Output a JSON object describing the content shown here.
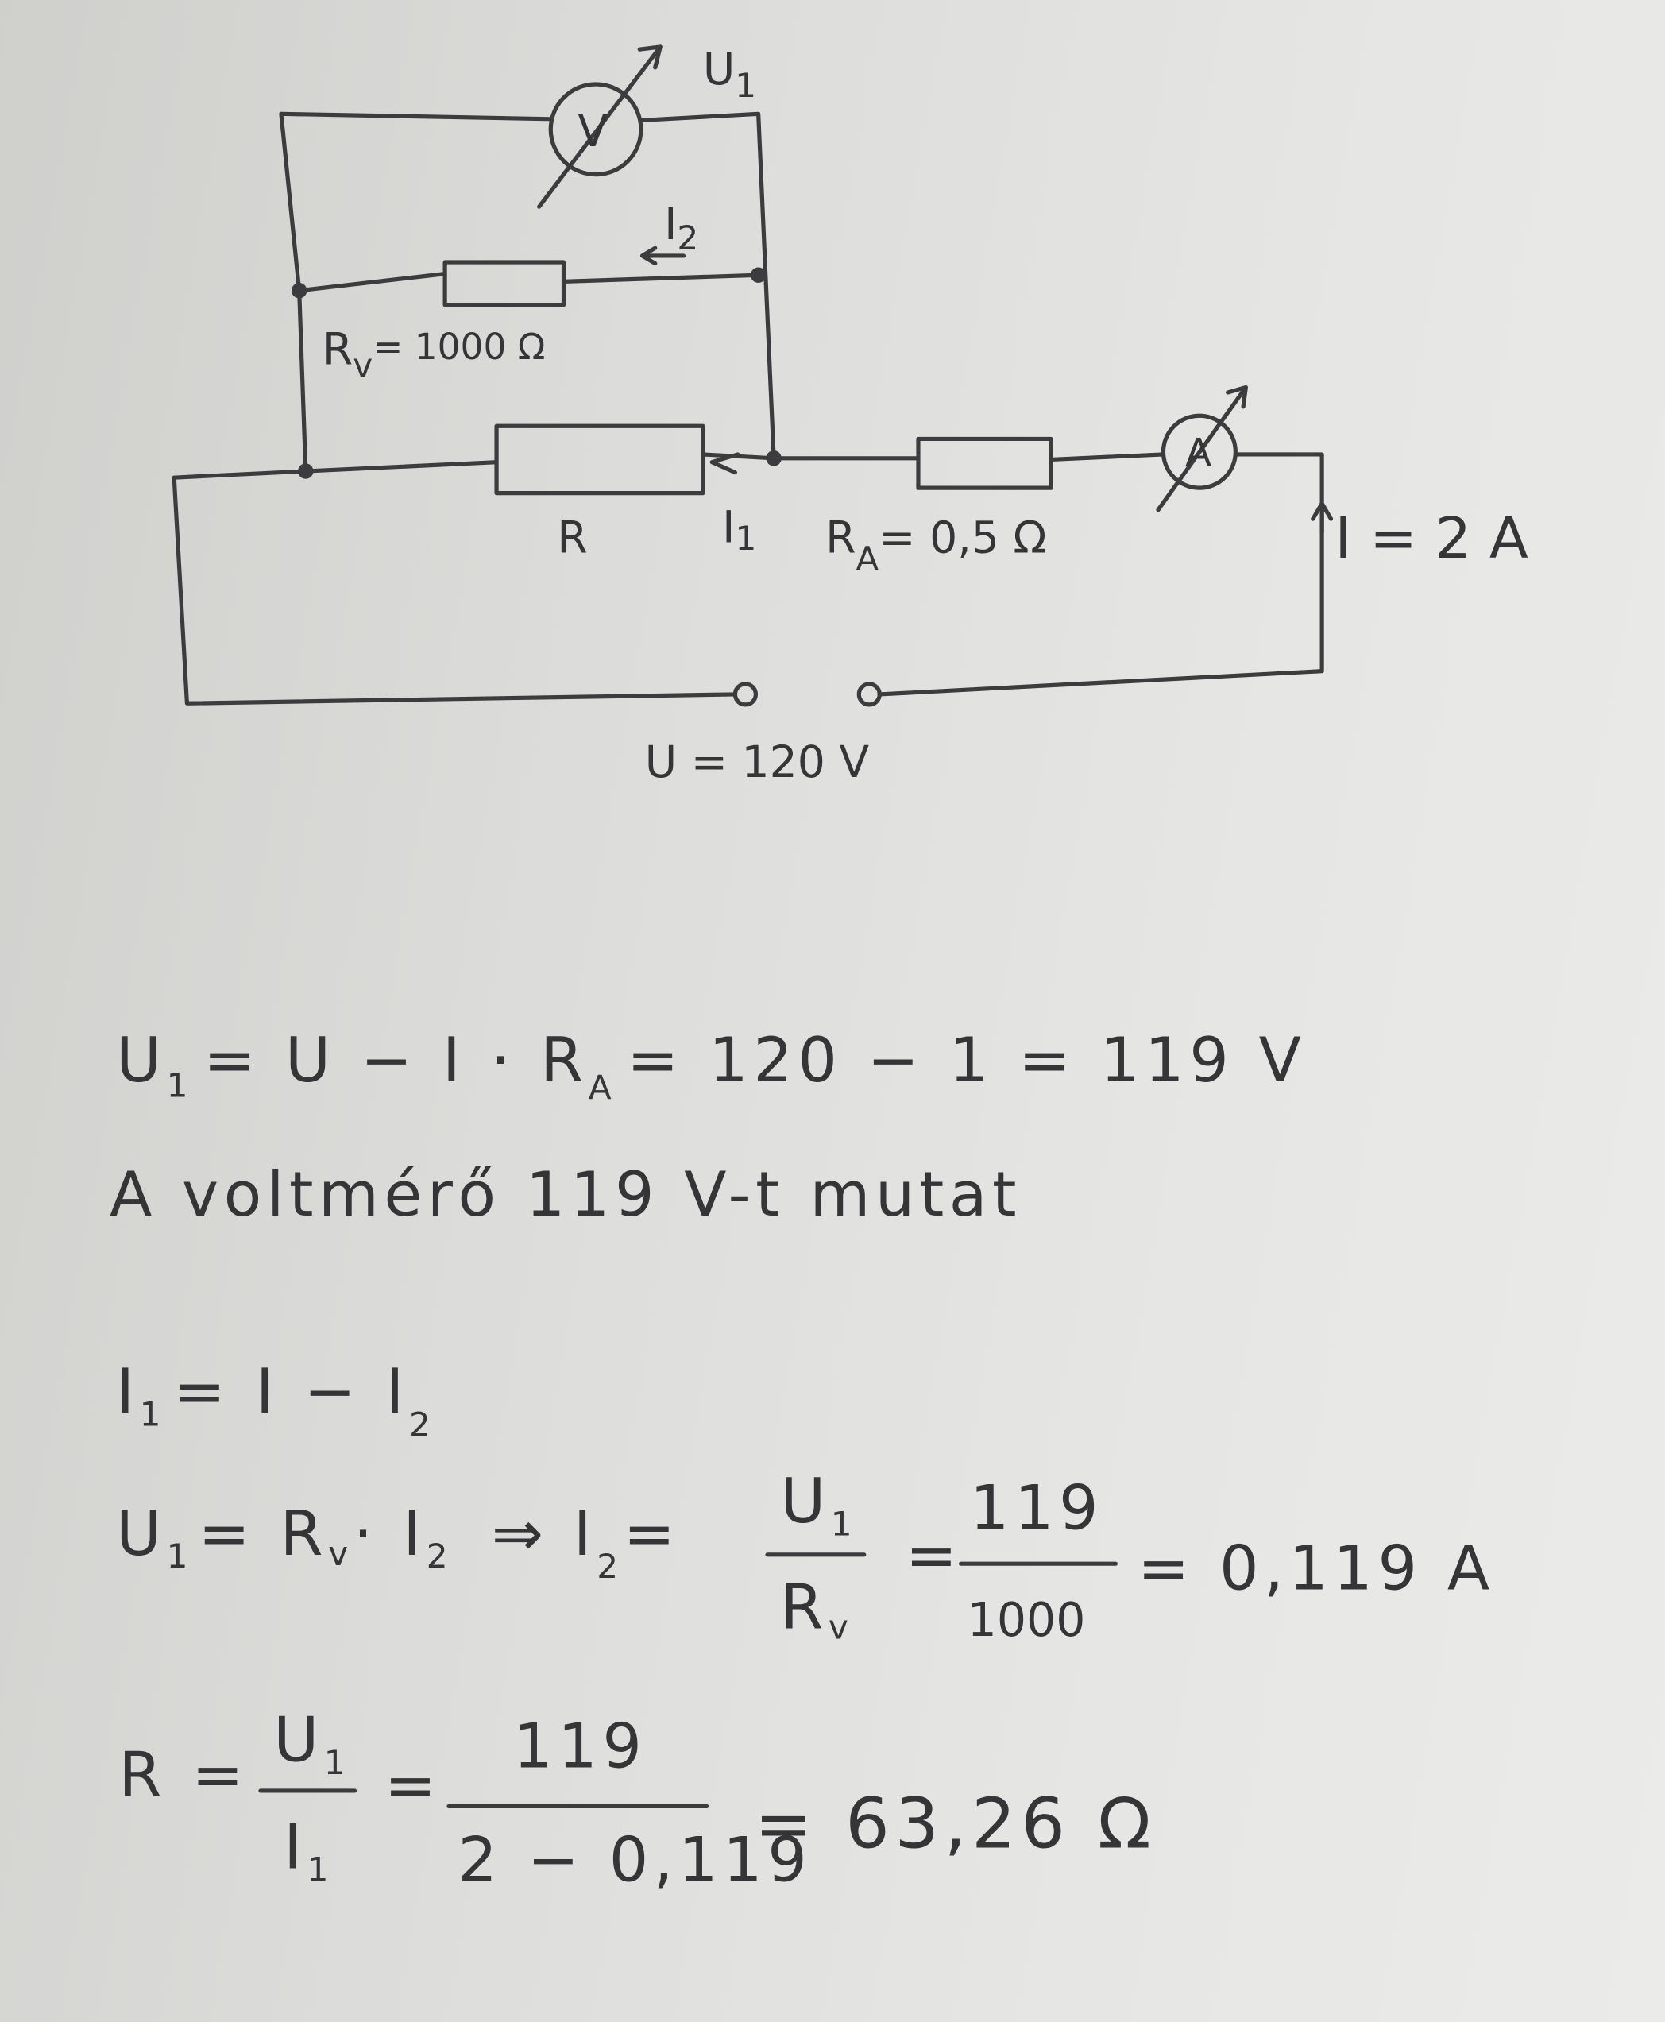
{
  "circuit": {
    "voltmeter_symbol": "V",
    "ammeter_symbol": "A",
    "u1_label": "U",
    "u1_sub": "1",
    "i2_label": "I",
    "i2_sub": "2",
    "rv_label": "R",
    "rv_sub": "v",
    "rv_value": "= 1000 Ω",
    "r_label": "R",
    "i1_label": "I",
    "i1_sub": "1",
    "ra_label": "R",
    "ra_sub": "A",
    "ra_value": "= 0,5 Ω",
    "i_label": "I = 2 A",
    "u_label": "U = 120 V"
  },
  "solution": {
    "line1": {
      "lhs": "U",
      "lhs_sub": "1",
      "mid": "= U − I · R",
      "mid_sub": "A",
      "rhs": "= 120 − 1 = 119 V"
    },
    "line2": "A voltmérő 119 V-t mutat",
    "line3": {
      "a": "I",
      "a_sub": "1",
      "b": "= I − I",
      "b_sub": "2"
    },
    "line4": {
      "a": "U",
      "a_sub": "1",
      "b": "= R",
      "b_sub": "v",
      "c": "· I",
      "c_sub": "2",
      "implies": "⇒ I",
      "implies_sub": "2",
      "eq": "=",
      "frac1_num": "U",
      "frac1_num_sub": "1",
      "frac1_den": "R",
      "frac1_den_sub": "v",
      "eq2": "=",
      "frac2_num": "119",
      "frac2_den": "1000",
      "result": "= 0,119 A"
    },
    "line5": {
      "lhs": "R =",
      "frac1_num": "U",
      "frac1_num_sub": "1",
      "frac1_den": "I",
      "frac1_den_sub": "1",
      "eq": "=",
      "frac2_num": "119",
      "frac2_den": "2 − 0,119",
      "result": "= 63,26 Ω"
    }
  }
}
